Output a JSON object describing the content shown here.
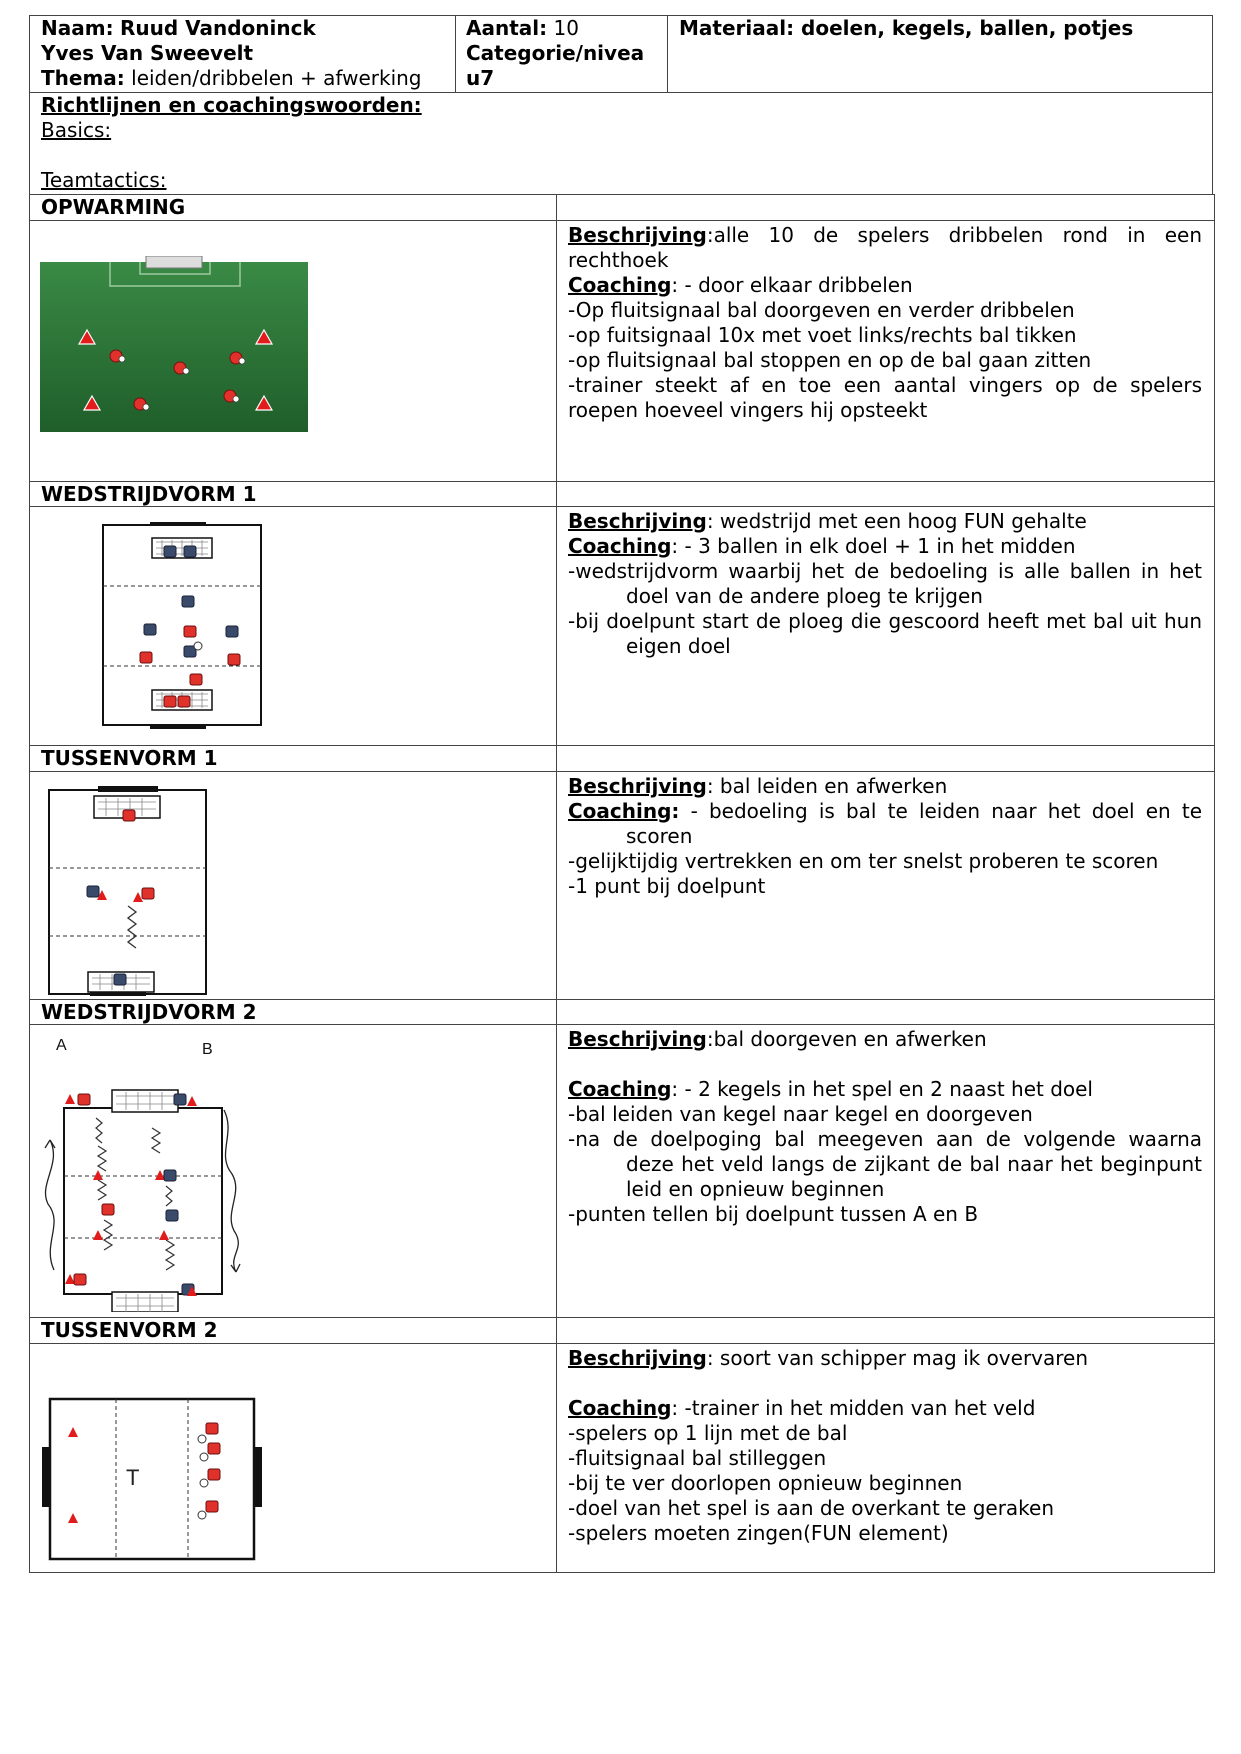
{
  "header": {
    "naam_label": "Naam:",
    "naam_1": "Ruud Vandoninck",
    "naam_2": "Yves Van Sweevelt",
    "thema_label": "Thema:",
    "thema": "leiden/dribbelen + afwerking",
    "aantal_label": "Aantal:",
    "aantal": "10",
    "categorie_label": "Categorie/nivea",
    "categorie": "u7",
    "materiaal": "Materiaal: doelen, kegels, ballen, potjes"
  },
  "richtlijnen": {
    "title": "Richtlijnen en coachingswoorden:",
    "basics": "Basics:",
    "teamtactics": "Teamtactics:"
  },
  "labels": {
    "beschrijving": "Beschrijving",
    "coaching": "Coaching"
  },
  "sections": [
    {
      "title": "OPWARMING",
      "beschrijving": ":alle 10 de spelers dribbelen rond in een rechthoek",
      "coaching": [
        ": - door elkaar dribbelen",
        "-Op fluitsignaal bal doorgeven en verder dribbelen",
        "-op fuitsignaal 10x met voet links/rechts bal tikken",
        "-op fluitsignaal bal stoppen en op de bal gaan zitten",
        "-trainer steekt af en toe een aantal vingers op de spelers roepen hoeveel vingers hij opsteekt"
      ]
    },
    {
      "title": "WEDSTRIJDVORM 1",
      "beschrijving": ": wedstrijd met een hoog FUN gehalte",
      "coaching": [
        ": - 3 ballen in elk doel + 1 in het midden",
        "-wedstrijdvorm waarbij het de bedoeling is alle ballen in het doel van de andere ploeg te krijgen",
        "-bij doelpunt start de ploeg die gescoord heeft met bal uit hun eigen doel"
      ]
    },
    {
      "title": "TUSSENVORM 1",
      "beschrijving": ": bal leiden en afwerken",
      "coaching": [
        ": - bedoeling is bal te leiden naar het doel en te scoren",
        "-gelijktijdig vertrekken en om ter snelst proberen te scoren",
        "-1 punt bij doelpunt"
      ]
    },
    {
      "title": "WEDSTRIJDVORM 2",
      "beschrijving": ":bal doorgeven en afwerken",
      "coaching": [
        ": - 2 kegels in het spel en 2 naast het doel",
        "-bal leiden van kegel naar kegel en doorgeven",
        "-na de doelpoging bal meegeven aan de volgende waarna deze het veld langs de zijkant de bal naar het beginpunt leid en opnieuw beginnen",
        "-punten tellen bij doelpunt tussen A en B"
      ],
      "diagram_labels": [
        "A",
        "B"
      ]
    },
    {
      "title": "TUSSENVORM 2",
      "beschrijving": ": soort van schipper mag ik overvaren",
      "coaching": [
        ": -trainer in het midden van het veld",
        "-spelers op 1 lijn met de bal",
        "-fluitsignaal bal stilleggen",
        "-bij te ver doorlopen opnieuw beginnen",
        "-doel van het spel is aan de overkant te geraken",
        "-spelers moeten zingen(FUN element)"
      ],
      "diagram_labels": [
        "T"
      ]
    }
  ],
  "colors": {
    "field_green": "#2f7a3a",
    "player_red": "#e0312a",
    "player_blue": "#3a4a6a",
    "cone_red": "#e21b1b"
  }
}
